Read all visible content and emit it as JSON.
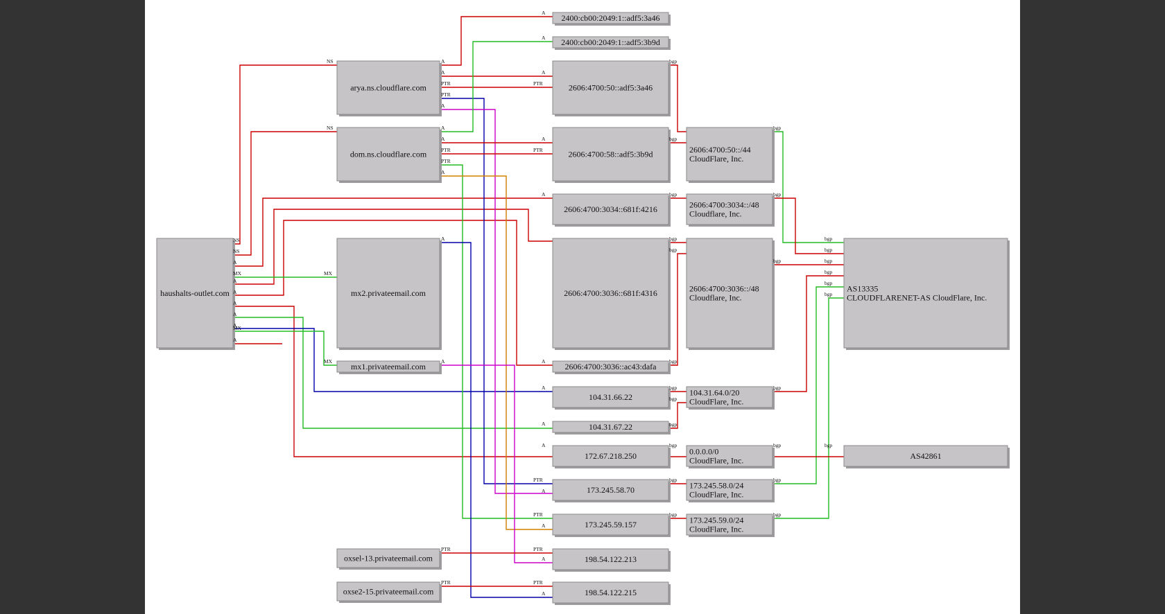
{
  "colors": {
    "red": "#cc0000",
    "green": "#22bb22",
    "blue": "#0000aa",
    "magenta": "#cc00cc",
    "orange": "#d08000",
    "node_fill": "#c7c4c7",
    "background": "#ffffff",
    "frame": "#333333"
  },
  "nodes": {
    "domain": "haushalts-outlet.com",
    "arya_ns": "arya.ns.cloudflare.com",
    "dom_ns": "dom.ns.cloudflare.com",
    "mx2": "mx2.privateemail.com",
    "mx1": "mx1.privateemail.com",
    "oxsel": "oxsel-13.privateemail.com",
    "oxse2": "oxse2-15.privateemail.com",
    "ip_3a46": "2400:cb00:2049:1::adf5:3a46",
    "ip_3b9d": "2400:cb00:2049:1::adf5:3b9d",
    "ip_50_3a46": "2606:4700:50::adf5:3a46",
    "ip_58_3b9d": "2606:4700:58::adf5:3b9d",
    "ip_3034": "2606:4700:3034::681f:4216",
    "ip_3036": "2606:4700:3036::681f:4316",
    "ip_3036_ac43": "2606:4700:3036::ac43:dafa",
    "ip_104_66": "104.31.66.22",
    "ip_104_67": "104.31.67.22",
    "ip_172": "172.67.218.250",
    "ip_173_70": "173.245.58.70",
    "ip_173_157": "173.245.59.157",
    "ip_198_213": "198.54.122.213",
    "ip_198_215": "198.54.122.215",
    "net_50_44": [
      "2606:4700:50::/44",
      "CloudFlare, Inc."
    ],
    "net_3034_48": [
      "2606:4700:3034::/48",
      "Cloudflare, Inc."
    ],
    "net_3036_48": [
      "2606:4700:3036::/48",
      "Cloudflare, Inc."
    ],
    "net_104": [
      "104.31.64.0/20",
      "CloudFlare, Inc."
    ],
    "net_0000": [
      "0.0.0.0/0",
      "CloudFlare, Inc."
    ],
    "net_173_58": [
      "173.245.58.0/24",
      "CloudFlare, Inc."
    ],
    "net_173_59": [
      "173.245.59.0/24",
      "CloudFlare, Inc."
    ],
    "as13335": [
      "AS13335",
      "CLOUDFLARENET-AS CloudFlare, Inc."
    ],
    "as42861": "AS42861"
  },
  "edge_labels": {
    "ns": "NS",
    "a": "A",
    "ptr": "PTR",
    "mx": "MX",
    "bgp": "bgp"
  }
}
